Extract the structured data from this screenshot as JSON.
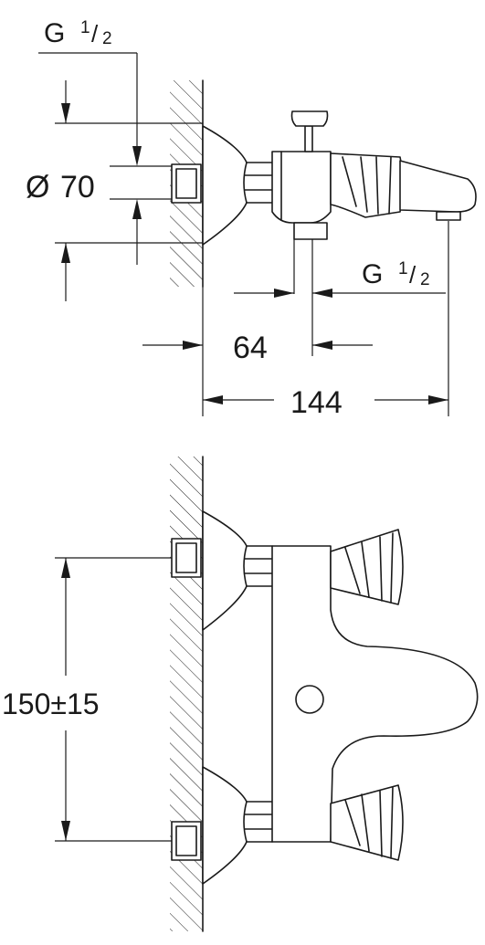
{
  "dimensions": {
    "thread_top": {
      "main": "G",
      "num": "1",
      "den": "2"
    },
    "diameter": {
      "symbol": "Ø",
      "value": "70"
    },
    "thread_outlet": {
      "main": "G",
      "num": "1",
      "den": "2"
    },
    "width_64": "64",
    "depth_144": "144",
    "spacing": "150±15"
  }
}
